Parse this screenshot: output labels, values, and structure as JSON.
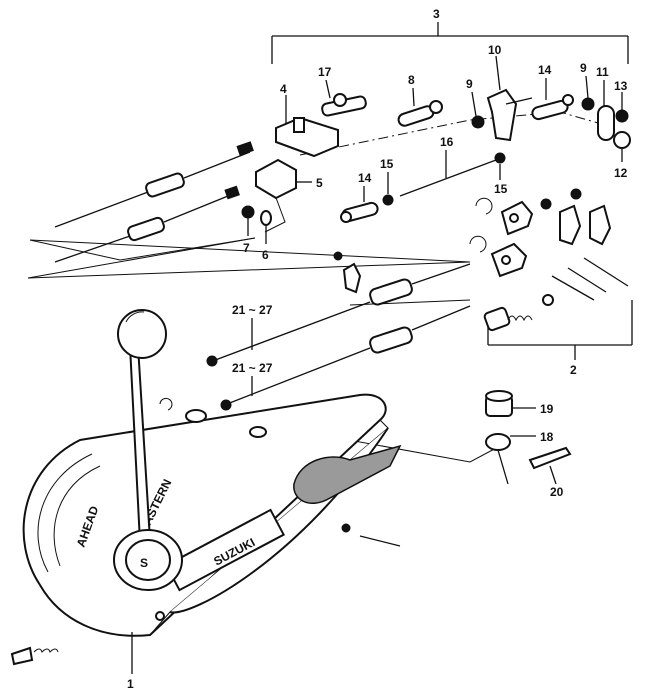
{
  "diagram": {
    "colors": {
      "ink": "#111111",
      "background": "#ffffff",
      "shade": "#9a9a9a"
    },
    "labels": {
      "l1": "1",
      "l2": "2",
      "l3": "3",
      "l4": "4",
      "l5": "5",
      "l6": "6",
      "l7": "7",
      "l8": "8",
      "l9a": "9",
      "l9b": "9",
      "l10": "10",
      "l11": "11",
      "l12": "12",
      "l13": "13",
      "l14a": "14",
      "l14b": "14",
      "l15a": "15",
      "l15b": "15",
      "l16": "16",
      "l17": "17",
      "l18": "18",
      "l19": "19",
      "l20": "20",
      "l21a": "21 ~ 27",
      "l21b": "21 ~ 27"
    },
    "housing": {
      "brand": "SUZUKI",
      "cap_letter": "S",
      "dial_text_left": "AHEAD",
      "dial_text_right": "ASTERN"
    }
  }
}
